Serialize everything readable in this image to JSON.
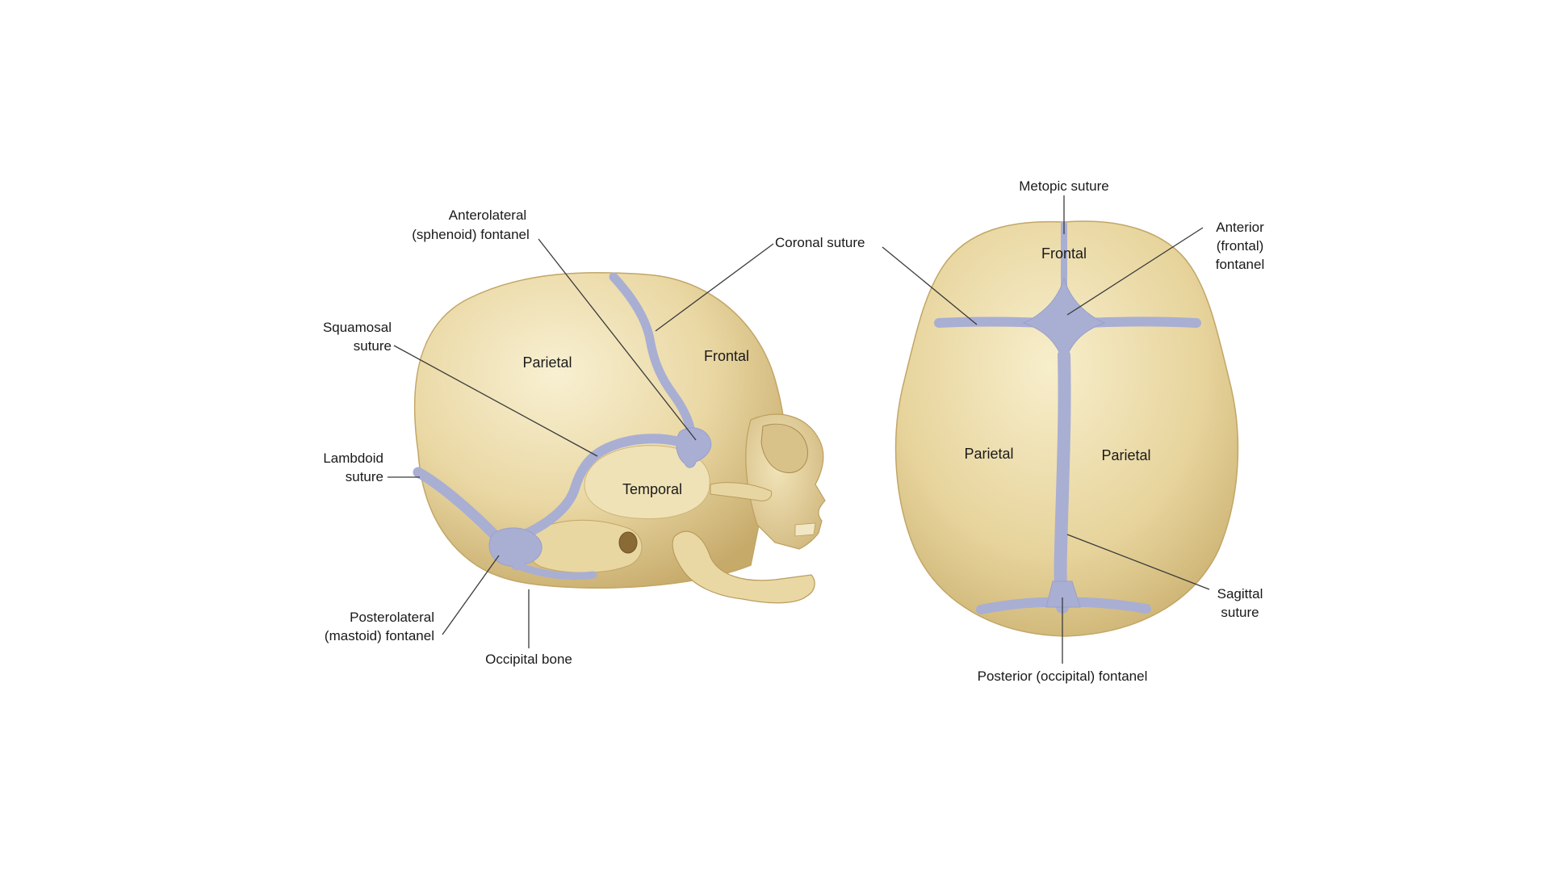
{
  "lateral_view": {
    "labels": {
      "anterolateral_fontanel_1": "Anterolateral",
      "anterolateral_fontanel_2": "(sphenoid) fontanel",
      "coronal_suture": "Coronal suture",
      "squamosal_suture_1": "Squamosal",
      "squamosal_suture_2": "suture",
      "lambdoid_suture_1": "Lambdoid",
      "lambdoid_suture_2": "suture",
      "posterolateral_fontanel_1": "Posterolateral",
      "posterolateral_fontanel_2": "(mastoid) fontanel",
      "occipital_bone": "Occipital bone"
    },
    "bones": {
      "parietal": "Parietal",
      "frontal": "Frontal",
      "temporal": "Temporal"
    }
  },
  "superior_view": {
    "labels": {
      "metopic_suture": "Metopic suture",
      "anterior_fontanel_1": "Anterior",
      "anterior_fontanel_2": "(frontal)",
      "anterior_fontanel_3": "fontanel",
      "sagittal_suture_1": "Sagittal",
      "sagittal_suture_2": "suture",
      "posterior_fontanel": "Posterior (occipital) fontanel"
    },
    "bones": {
      "frontal": "Frontal",
      "parietal_left": "Parietal",
      "parietal_right": "Parietal"
    }
  },
  "colors": {
    "bone_light": "#f6ecc7",
    "bone_mid": "#e6d29a",
    "bone_dark": "#c9ae6e",
    "suture": "#a9aed3"
  }
}
